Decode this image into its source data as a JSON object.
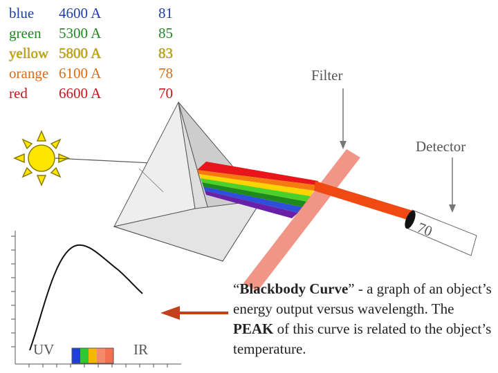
{
  "colors": {
    "blue": "#1f3fa8",
    "green": "#1e8a1e",
    "yellow": "#c2a300",
    "orange": "#e06a12",
    "red": "#c8161d",
    "filter": "#f08a7a",
    "beam": "#f04a12",
    "arrow": "#c4401a",
    "gray_text": "#555555"
  },
  "table": {
    "rows": [
      {
        "color": "blue",
        "wavelength": "4600 A",
        "value": "81"
      },
      {
        "color": "green",
        "wavelength": "5300 A",
        "value": "85"
      },
      {
        "color": "yellow",
        "wavelength": "5800 A",
        "value": "83"
      },
      {
        "color": "orange",
        "wavelength": "6100 A",
        "value": "78"
      },
      {
        "color": "red",
        "wavelength": "6600 A",
        "value": "70"
      }
    ]
  },
  "labels": {
    "filter": "Filter",
    "detector": "Detector",
    "detector_reading": "70",
    "uv": "UV",
    "ir": "IR"
  },
  "caption": {
    "q_open": "“",
    "term": "Blackbody Curve",
    "q_close": "” - a graph of an object’s energy output versus wavelength.  The ",
    "peak": "PEAK",
    "rest": " of this curve is related to the object’s temperature."
  },
  "icons": [
    "sun-icon",
    "prism-icon",
    "detector-icon",
    "arrow-left-icon"
  ],
  "spectrum_bar": [
    "blue",
    "green",
    "yellow",
    "orange",
    "red"
  ]
}
